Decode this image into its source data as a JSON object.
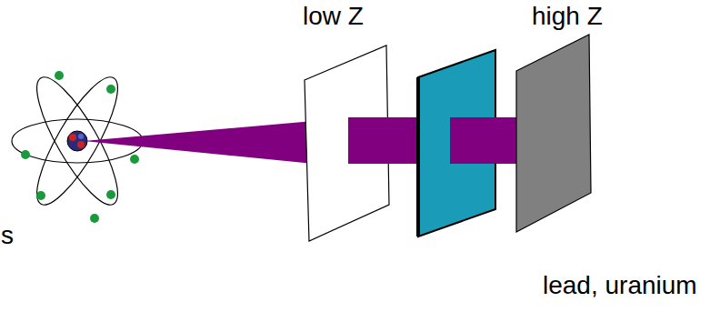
{
  "diagram": {
    "labels": [
      "low Z",
      "high Z",
      "lead, uranium",
      "s"
    ]
  }
}
